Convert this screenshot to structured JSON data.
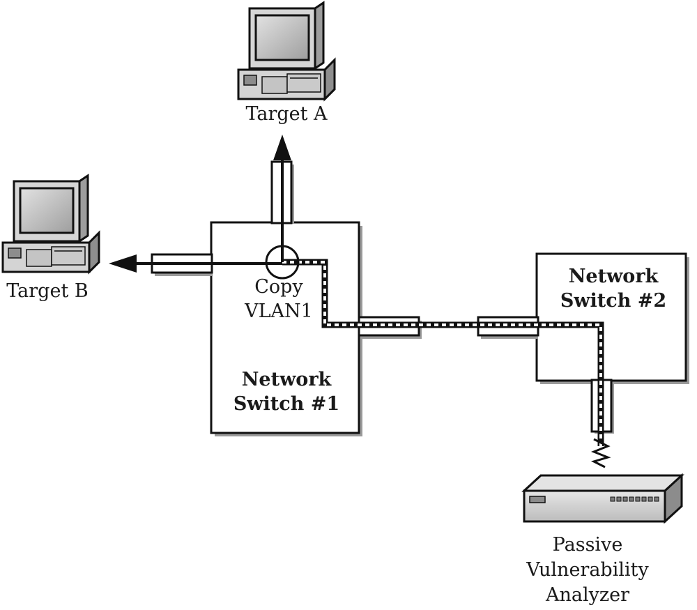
{
  "targets": {
    "a_label": "Target A",
    "b_label": "Target B"
  },
  "switch1": {
    "line1": "Network",
    "line2": "Switch #1",
    "copy_line1": "Copy",
    "copy_line2": "VLAN1"
  },
  "switch2": {
    "line1": "Network",
    "line2": "Switch #2"
  },
  "analyzer": {
    "line1": "Passive",
    "line2": "Vulnerability",
    "line3": "Analyzer"
  },
  "colors": {
    "stroke": "#111111",
    "box_fill": "#ffffff",
    "shadow": "#9a9a9a",
    "device_light": "#d9d9d9",
    "device_mid": "#bdbdbd",
    "device_dark": "#8c8c8c",
    "screen": "#a8a8a8"
  },
  "icons": {
    "computer": "desktop-computer-icon",
    "analyzer": "network-appliance-icon"
  }
}
